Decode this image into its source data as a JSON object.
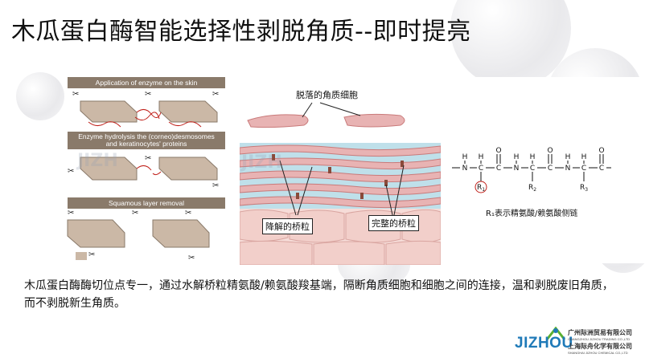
{
  "slide": {
    "title": "木瓜蛋白酶智能选择性剥脱角质--即时提亮",
    "description": "木瓜蛋白酶酶切位点专一，通过水解桥粒精氨酸/赖氨酸羧基端，隔断角质细胞和细胞之间的连接，温和剥脱废旧角质，而不剥脱新生角质。"
  },
  "enzyme_panel": {
    "step1": "Application of enzyme on the skin",
    "step2_line1": "Enzyme hydrolysis the (corneo)desmosomes",
    "step2_line2": "and keratinocytes' proteins",
    "step3": "Squamous layer removal"
  },
  "skin_panel": {
    "shed_label": "脱落的角质细胞",
    "degraded_label": "降解的桥粒",
    "intact_label": "完整的桥粒"
  },
  "chemistry": {
    "caption": "R₁表示精氨酸/赖氨酸侧链",
    "atoms": {
      "n": "N",
      "c": "C",
      "h": "H",
      "o": "O",
      "r1": "R1",
      "r2": "R2",
      "r3": "R3"
    }
  },
  "logo": {
    "brand": "JIZHOU",
    "company1": "广州际洲贸易有限公司",
    "company1_en": "GUANGZHOU JIZHOU TRADING CO.,LTD",
    "company2": "上海际舟化学有限公司",
    "company2_en": "SHANGHAI JIZHOU CHEMICAL CO.,LTD"
  },
  "colors": {
    "title": "#111111",
    "brand_blue": "#1f7ab8",
    "strip": "#8a7a6a",
    "skin_pink": "#e8b3b3",
    "skin_blue": "#bfe0ea",
    "fiber_red": "#c0201a"
  }
}
